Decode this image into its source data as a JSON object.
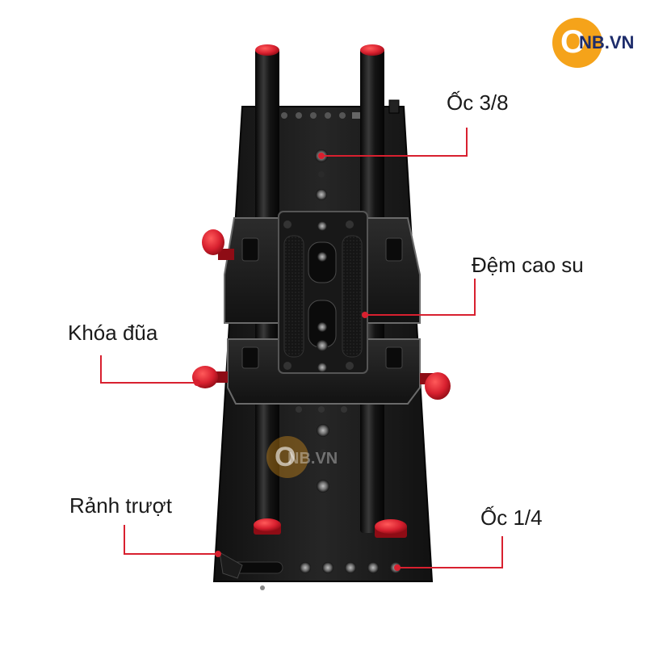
{
  "brand": {
    "logo_letter": "O",
    "logo_text": "NB.VN",
    "logo_color": "#f5a31a",
    "text_color": "#1d2c6b"
  },
  "watermark": {
    "letter": "O",
    "text": "NB.VN"
  },
  "callouts": {
    "screw_3_8": "Ốc 3/8",
    "rubber_pad": "Đệm cao su",
    "rod_lock": "Khóa đũa",
    "slide_groove": "Rảnh trượt",
    "screw_1_4": "Ốc 1/4"
  },
  "colors": {
    "leader_line": "#d8202f",
    "knob_red": "#d8202f",
    "plate_black": "#1c1c1c"
  }
}
